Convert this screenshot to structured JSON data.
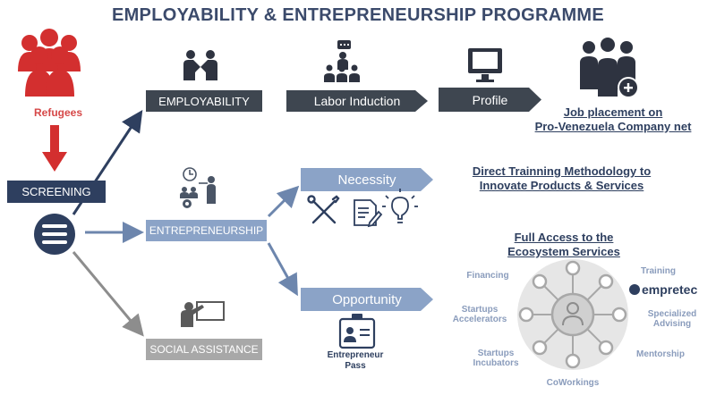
{
  "title": "EMPLOYABILITY & ENTREPRENEURSHIP PROGRAMME",
  "refugees_label": "Refugees",
  "screening_label": "SCREENING",
  "employability": {
    "label": "EMPLOYABILITY",
    "steps": [
      "Labor Induction",
      "Profile"
    ],
    "outcome_line1": "Job placement on",
    "outcome_line2": "Pro-Venezuela Company net"
  },
  "entrepreneurship": {
    "label": "ENTREPRENEURSHIP",
    "necessity_label": "Necessity",
    "necessity_outcome_line1": "Direct Trainning Methodology to",
    "necessity_outcome_line2": "Innovate Products & Services",
    "opportunity_label": "Opportunity",
    "pass_line1": "Entrepreneur",
    "pass_line2": "Pass",
    "ecosystem_line1": "Full Access to the",
    "ecosystem_line2": "Ecosystem Services",
    "services": {
      "financing": "Financing",
      "training": "Training",
      "empretec": "empretec",
      "accelerators_line1": "Startups",
      "accelerators_line2": "Accelerators",
      "advising_line1": "Specialized",
      "advising_line2": "Advising",
      "incubators_line1": "Startups",
      "incubators_line2": "Incubators",
      "mentorship": "Mentorship",
      "coworkings": "CoWorkings"
    }
  },
  "social_assistance_label": "SOCIAL ASSISTANCE",
  "icons": [
    "people-group-icon",
    "arrow-down-icon",
    "menu-list-icon",
    "handshake-icon",
    "presenter-icon",
    "monitor-icon",
    "team-plus-icon",
    "org-chart-icon",
    "tools-icon",
    "document-edit-icon",
    "lightbulb-icon",
    "teacher-board-icon",
    "id-badge-icon",
    "user-hub-icon"
  ],
  "colors": {
    "navy": "#2e3f5f",
    "dark": "#3e4650",
    "steel": "#8ba3c7",
    "grey": "#a8a8a8",
    "red": "#d32f2f"
  }
}
